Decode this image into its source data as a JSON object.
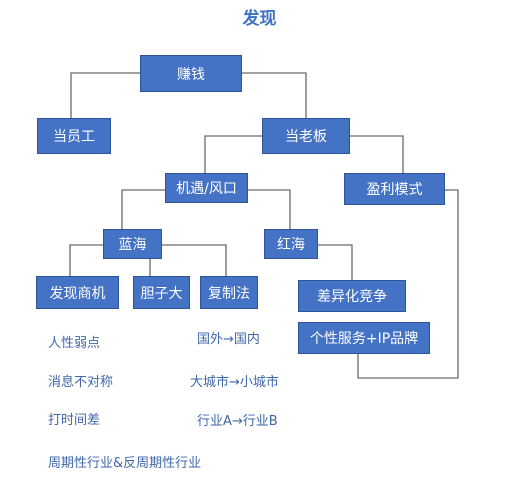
{
  "title": "发现",
  "colors": {
    "box": "#4472c4",
    "box_border": "#2f5597",
    "line": "#6a6a6a",
    "note_text": "#3f67a8",
    "title": "#3e72c4"
  },
  "nodes": {
    "make_money": "赚钱",
    "employee": "当员工",
    "boss": "当老板",
    "opportunity": "机遇/风口",
    "profit_model": "盈利模式",
    "blue_ocean": "蓝海",
    "red_ocean": "红海",
    "find_business": "发现商机",
    "bold": "胆子大",
    "copy_method": "复制法",
    "differentiation": "差异化竞争",
    "personal_service": "个性服务+IP品牌"
  },
  "notes": {
    "human_weakness": "人性弱点",
    "info_asymmetry": "消息不对称",
    "time_gap": "打时间差",
    "cyclical": "周期性行业&反周期性行业",
    "abroad_domestic": "国外→国内",
    "big_small_city": "大城市→小城市",
    "industry_ab": "行业A→行业B"
  }
}
